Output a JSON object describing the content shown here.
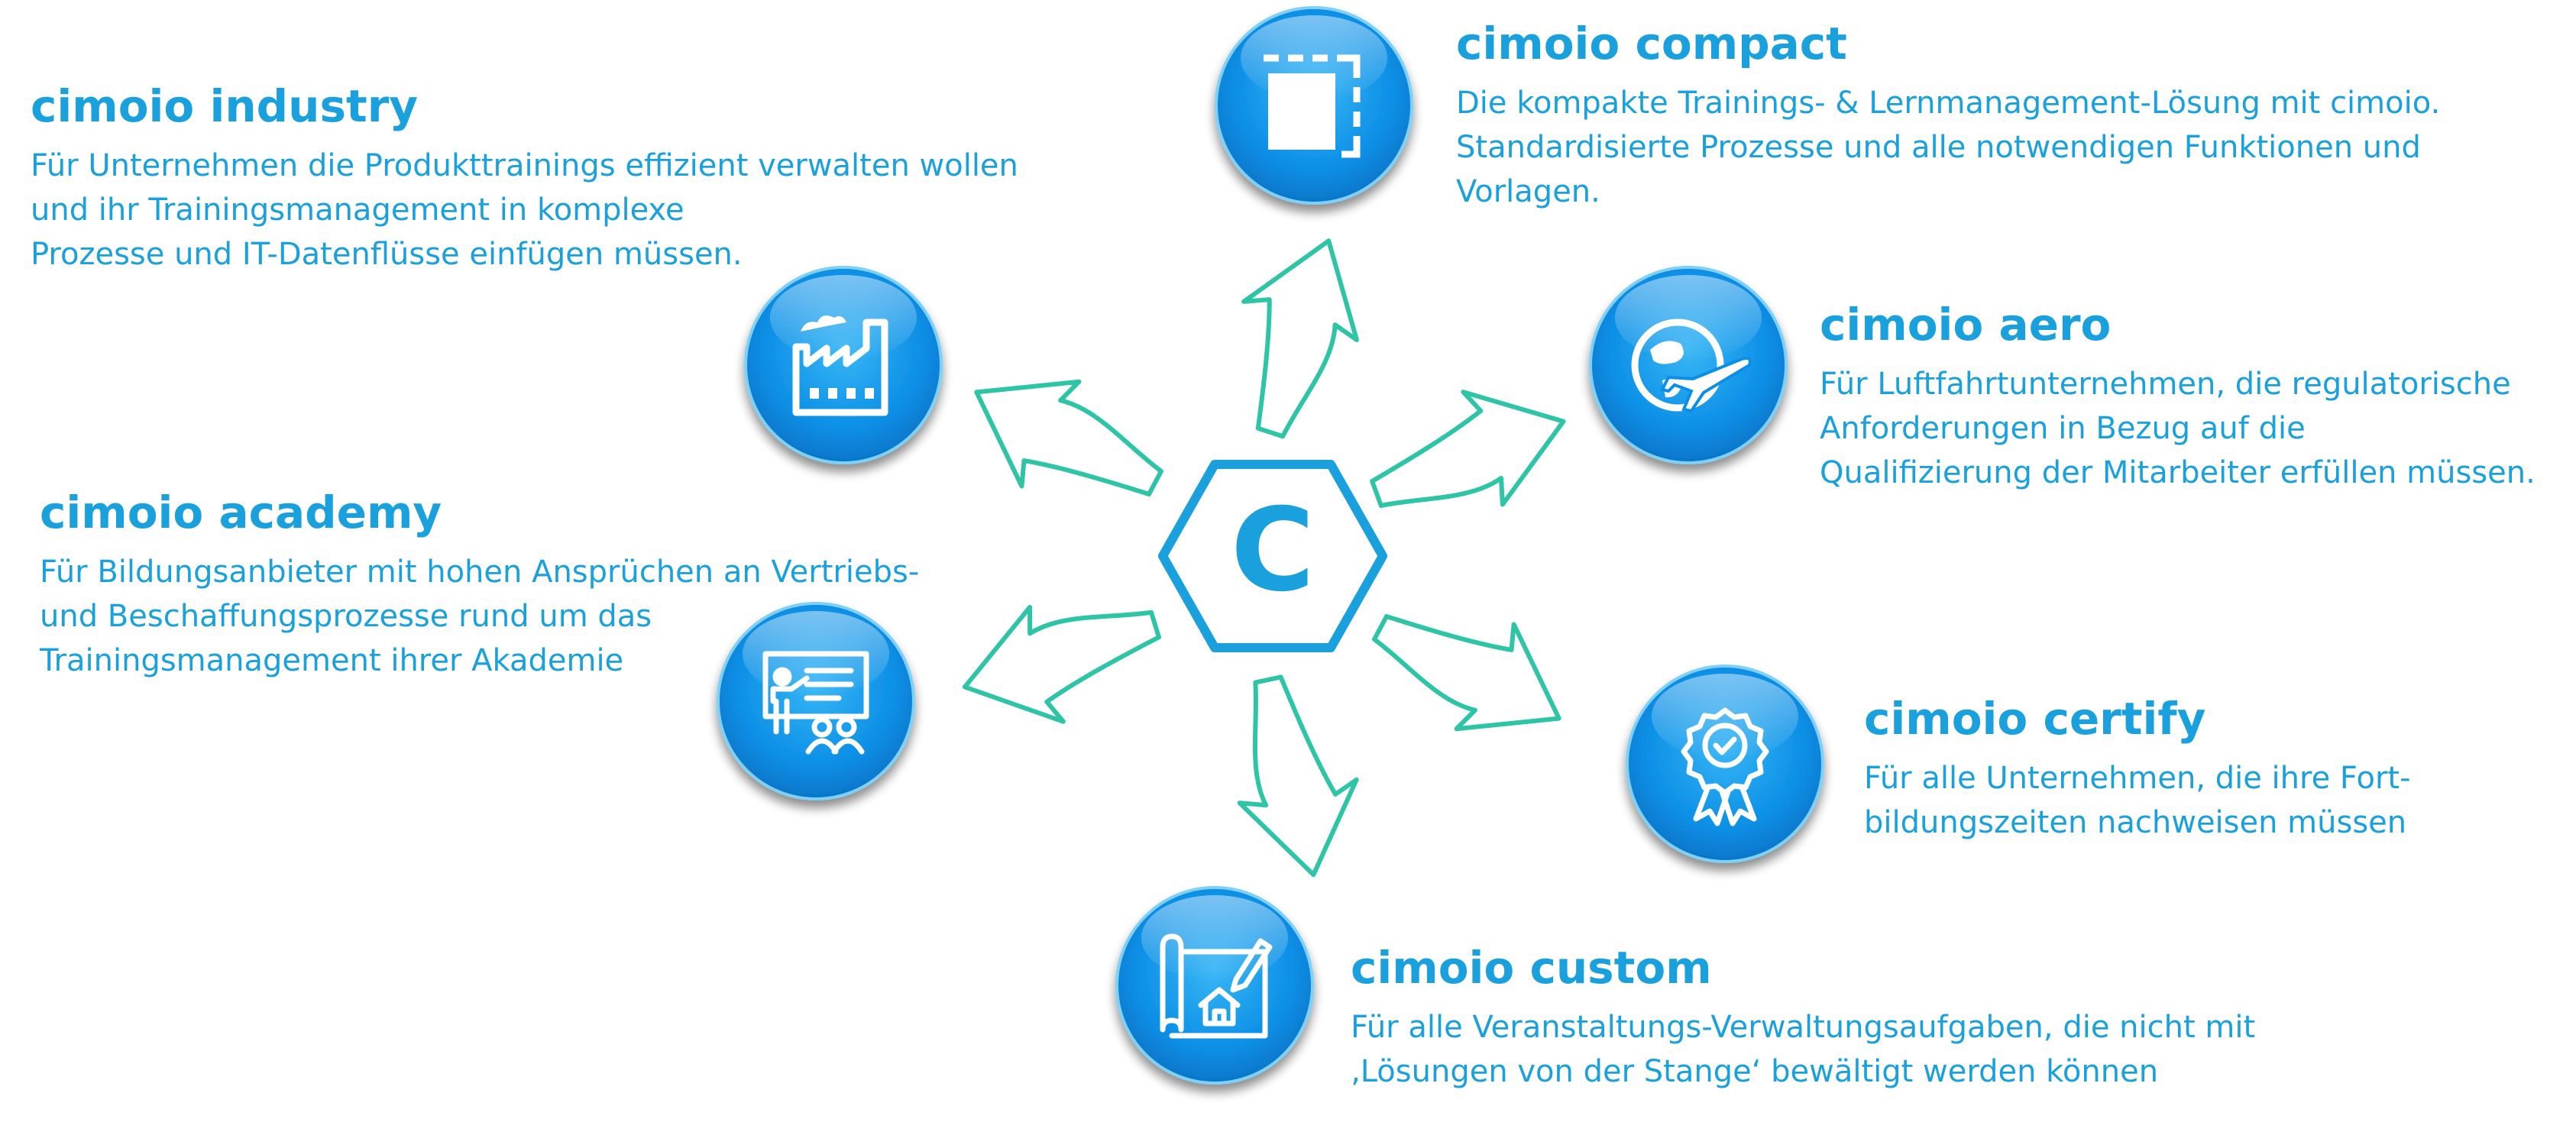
{
  "colors": {
    "accent": "#1aa1dd",
    "arrow": "#2ec4a6",
    "icon_circle": "#0d8fe0"
  },
  "center": {
    "letter": "C",
    "icon": "hexagon-logo"
  },
  "products": [
    {
      "id": "industry",
      "title": "cimoio industry",
      "icon": "factory-icon",
      "lines": [
        "Für Unternehmen die Produkttrainings effizient verwalten wollen",
        "und ihr Trainingsmanagement in komplexe",
        "Prozesse und IT-Datenflüsse einfügen müssen."
      ]
    },
    {
      "id": "compact",
      "title": "cimoio compact",
      "icon": "compact-square-icon",
      "lines": [
        "Die kompakte Trainings- & Lernmanagement-Lösung mit cimoio.",
        "Standardisierte Prozesse und alle notwendigen Funktionen und",
        "Vorlagen."
      ]
    },
    {
      "id": "aero",
      "title": "cimoio aero",
      "icon": "globe-plane-icon",
      "lines": [
        "Für Luftfahrtunternehmen, die regulatorische",
        "Anforderungen in Bezug auf die",
        "Qualifizierung der Mitarbeiter erfüllen müssen."
      ]
    },
    {
      "id": "academy",
      "title": "cimoio academy",
      "icon": "teacher-board-icon",
      "lines": [
        "Für Bildungsanbieter mit hohen Ansprüchen an Vertriebs-",
        "und Beschaffungsprozesse rund um das",
        "Trainingsmanagement ihrer Akademie"
      ]
    },
    {
      "id": "certify",
      "title": "cimoio certify",
      "icon": "certificate-badge-icon",
      "lines": [
        "Für alle Unternehmen, die ihre Fort-",
        "bildungszeiten nachweisen müssen"
      ]
    },
    {
      "id": "custom",
      "title": "cimoio custom",
      "icon": "blueprint-house-icon",
      "lines": [
        "Für alle Veranstaltungs-Verwaltungsaufgaben, die nicht mit",
        "‚Lösungen von der Stange‘ bewältigt werden können"
      ]
    }
  ]
}
